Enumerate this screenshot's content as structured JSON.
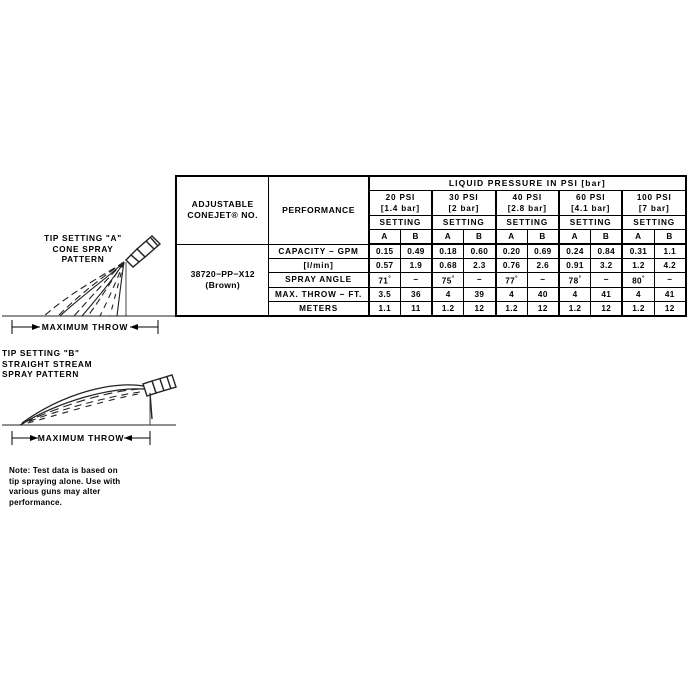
{
  "diagrams": [
    {
      "id": "cone",
      "caption": "TIP SETTING \"A\"\nCONE SPRAY\nPATTERN",
      "dimension_label": "MAXIMUM THROW",
      "pattern": "cone-spray"
    },
    {
      "id": "stream",
      "caption": "TIP SETTING \"B\"\nSTRAIGHT STREAM\nSPRAY PATTERN",
      "dimension_label": "MAXIMUM THROW",
      "pattern": "straight-stream"
    }
  ],
  "note": "Note: Test data is based on\ntip spraying alone.  Use with\nvarious guns may alter\nperformance.",
  "table": {
    "col_headers": {
      "product": "ADJUSTABLE\nCONEJET® NO.",
      "performance": "PERFORMANCE",
      "pressure_group_title": "LIQUID PRESSURE IN PSI [bar]",
      "setting_word": "SETTING",
      "setting_a": "A",
      "setting_b": "B"
    },
    "pressures": [
      "20 PSI\n[1.4 bar]",
      "30 PSI\n[2 bar]",
      "40 PSI\n[2.8 bar]",
      "60 PSI\n[4.1 bar]",
      "100 PSI\n[7 bar]"
    ],
    "product": "38720−PP−X12\n(Brown)",
    "rows": [
      {
        "label": "CAPACITY  −  GPM",
        "values": [
          "0.15",
          "0.49",
          "0.18",
          "0.60",
          "0.20",
          "0.69",
          "0.24",
          "0.84",
          "0.31",
          "1.1"
        ]
      },
      {
        "label": "[l/min]",
        "values": [
          "0.57",
          "1.9",
          "0.68",
          "2.3",
          "0.76",
          "2.6",
          "0.91",
          "3.2",
          "1.2",
          "4.2"
        ]
      },
      {
        "label": "SPRAY  ANGLE",
        "values": [
          "71°",
          "−",
          "75°",
          "−",
          "77°",
          "−",
          "78°",
          "−",
          "80°",
          "−"
        ],
        "superscript_degree": true
      },
      {
        "label": "MAX. THROW  −  FT.",
        "values": [
          "3.5",
          "36",
          "4",
          "39",
          "4",
          "40",
          "4",
          "41",
          "4",
          "41"
        ]
      },
      {
        "label": "METERS",
        "values": [
          "1.1",
          "11",
          "1.2",
          "12",
          "1.2",
          "12",
          "1.2",
          "12",
          "1.2",
          "12"
        ]
      }
    ]
  },
  "colors": {
    "ink": "#000000",
    "paper": "#ffffff",
    "line": "#333333"
  }
}
